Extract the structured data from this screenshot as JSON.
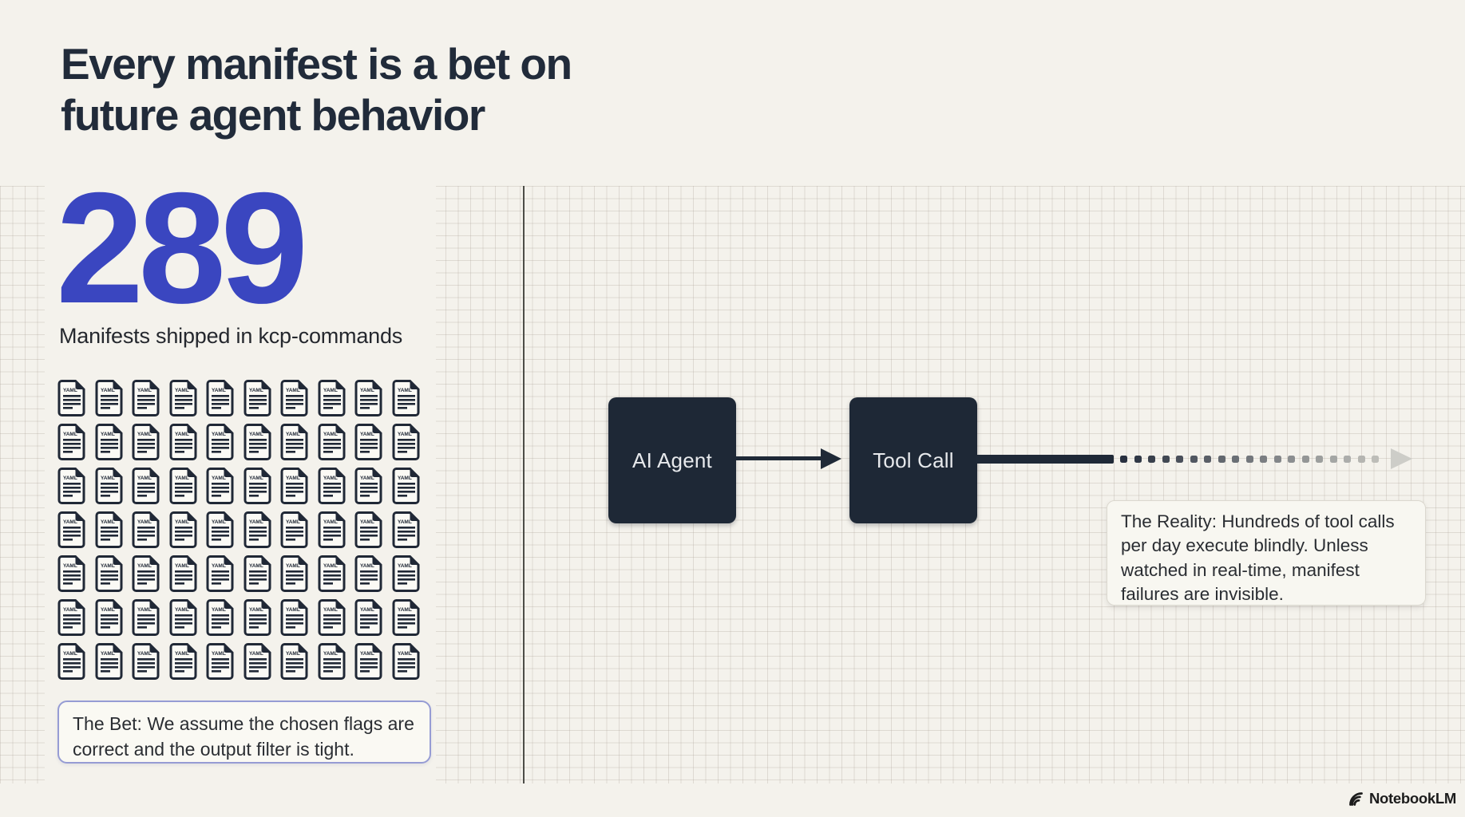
{
  "title": {
    "line1": "Every manifest is a bet on",
    "line2": "future agent behavior"
  },
  "stat": {
    "value": "289",
    "label": "Manifests shipped in kcp-commands",
    "accent_color": "#3a46c0"
  },
  "manifest_grid": {
    "rows": 7,
    "cols": 10,
    "icon": "yaml-document-icon",
    "file_type_text": "YAML"
  },
  "bet_callout": {
    "lines": [
      "The Bet: We assume the chosen flags are",
      "correct and the output filter is tight."
    ],
    "border_color": "#969cd4"
  },
  "flow": {
    "nodes": [
      {
        "label": "AI Agent"
      },
      {
        "label": "Tool Call"
      }
    ],
    "node_bg": "#1e2836",
    "trail": {
      "dot_count": 19,
      "from_color": "#28303f",
      "to_color": "#bdbdb8"
    },
    "reality_callout": {
      "lines": [
        "The Reality: Hundreds of tool calls",
        "per day execute blindly. Unless",
        "watched in real-time, manifest",
        "failures are invisible."
      ]
    }
  },
  "footer": {
    "brand": "NotebookLM"
  },
  "colors": {
    "page_bg": "#f4f2ec",
    "ink": "#212b3a",
    "grid_line": "#d9d2c8",
    "divider": "#4d4d48"
  }
}
